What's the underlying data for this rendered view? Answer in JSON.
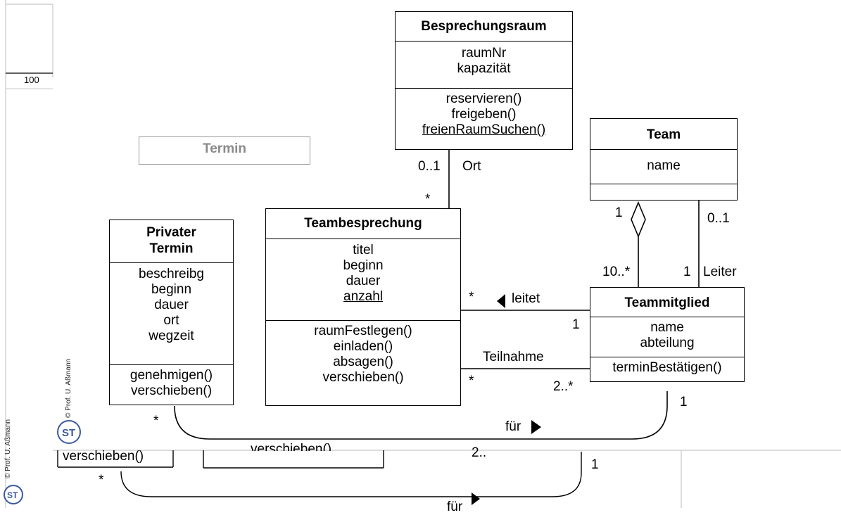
{
  "slide": {
    "page_number": "100",
    "copyright": "© Prof. U. Aßmann",
    "logo_text": "ST"
  },
  "termin": {
    "title": "Termin"
  },
  "besprechungsraum": {
    "title": "Besprechungsraum",
    "attributes": [
      "raumNr",
      "kapazität"
    ],
    "operations": [
      "reservieren()",
      "freigeben()",
      "freienRaumSuchen()"
    ]
  },
  "team": {
    "title": "Team",
    "attributes": [
      "name"
    ]
  },
  "teambesprechung": {
    "title": "Teambesprechung",
    "attributes": [
      "titel",
      "beginn",
      "dauer",
      "anzahl"
    ],
    "operations": [
      "raumFestlegen()",
      "einladen()",
      "absagen()",
      "verschieben()"
    ]
  },
  "privater_termin": {
    "title_line1": "Privater",
    "title_line2": "Termin",
    "attributes": [
      "beschreibg",
      "beginn",
      "dauer",
      "ort",
      "wegzeit"
    ],
    "operations": [
      "genehmigen()",
      "verschieben()"
    ]
  },
  "teammitglied": {
    "title": "Teammitglied",
    "attributes": [
      "name",
      "abteilung"
    ],
    "operations": [
      "terminBestätigen()"
    ]
  },
  "associations": {
    "ort": {
      "name": "Ort",
      "mult_raum": "0..1",
      "mult_besprechung": "*"
    },
    "aggregation": {
      "mult_team": "1",
      "mult_member": "10..*"
    },
    "leiter": {
      "name": "Leiter",
      "mult_team": "0..1",
      "mult_member": "1"
    },
    "leitet": {
      "name": "leitet",
      "mult_besprechung": "*",
      "mult_member": "1"
    },
    "teilnahme": {
      "name": "Teilnahme",
      "mult_besprechung": "*",
      "mult_member": "2..*"
    },
    "fuer": {
      "name": "für",
      "mult_privat": "*",
      "mult_member": "1"
    }
  },
  "background": {
    "verschieben_1": "verschieben()",
    "verschieben_2": "verschieben()",
    "mult_2": "2..",
    "mult_1": "1",
    "star": "*",
    "fuer": "für"
  }
}
